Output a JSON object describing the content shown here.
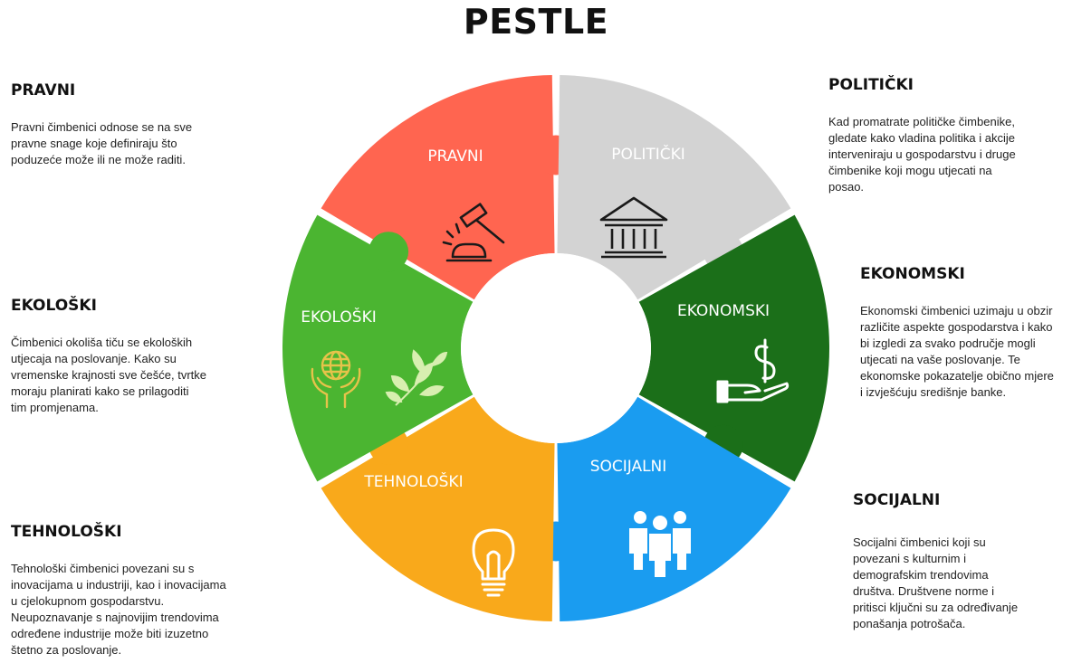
{
  "title": "PESTLE",
  "segments": [
    {
      "key": "pravni",
      "label": "PRAVNI",
      "color": "#ff6550",
      "icon": "gavel-icon"
    },
    {
      "key": "politicki",
      "label": "POLITIČKI",
      "color": "#d3d3d3",
      "icon": "government-building-icon"
    },
    {
      "key": "ekonomski",
      "label": "EKONOMSKI",
      "color": "#1b6f19",
      "icon": "hand-dollar-icon"
    },
    {
      "key": "socijalni",
      "label": "SOCIJALNI",
      "color": "#1a9cf0",
      "icon": "people-group-icon"
    },
    {
      "key": "tehnoloski",
      "label": "TEHNOLOŠKI",
      "color": "#f9a91b",
      "icon": "lightbulb-icon"
    },
    {
      "key": "ekoloski",
      "label": "EKOLOŠKI",
      "color": "#4bb531",
      "icon": "globe-hands-leaves-icon"
    }
  ],
  "descriptions": {
    "pravni": {
      "heading": "PRAVNI",
      "text": "Pravni čimbenici odnose se na sve\npravne snage koje definiraju što\npoduzeće može ili ne može raditi."
    },
    "ekoloski": {
      "heading": "EKOLOŠKI",
      "text": "Čimbenici okoliša tiču se ekoloških\nutjecaja na poslovanje. Kako su\nvremenske krajnosti sve češće, tvrtke\nmoraju planirati kako se prilagoditi\ntim promjenama."
    },
    "tehnoloski": {
      "heading": "TEHNOLOŠKI",
      "text": "Tehnološki čimbenici povezani su s\ninovacijama u industriji, kao i inovacijama\nu cjelokupnom gospodarstvu.\nNeupoznavanje s najnovijim trendovima\nodređene industrije može biti izuzetno\nštetno za poslovanje."
    },
    "politicki": {
      "heading": "POLITIČKI",
      "text": "Kad promatrate političke čimbenike,\ngledate kako vladina politika i akcije\ninterveniraju u gospodarstvu i druge\nčimbenike koji mogu utjecati na\nposao."
    },
    "ekonomski": {
      "heading": "EKONOMSKI",
      "text": "Ekonomski čimbenici uzimaju u obzir\nrazličite aspekte gospodarstva i kako\nbi izgledi za svako područje mogli\nutjecati na vaše poslovanje. Te\nekonomske pokazatelje obično mjere\ni izvješćuju središnje banke."
    },
    "socijalni": {
      "heading": "SOCIJALNI",
      "text": "Socijalni čimbenici koji su\npovezani s kulturnim i\ndemografskim trendovima\ndruštva. Društvene norme i\npritisci ključni su za određivanje\nponašanja potrošača."
    }
  }
}
